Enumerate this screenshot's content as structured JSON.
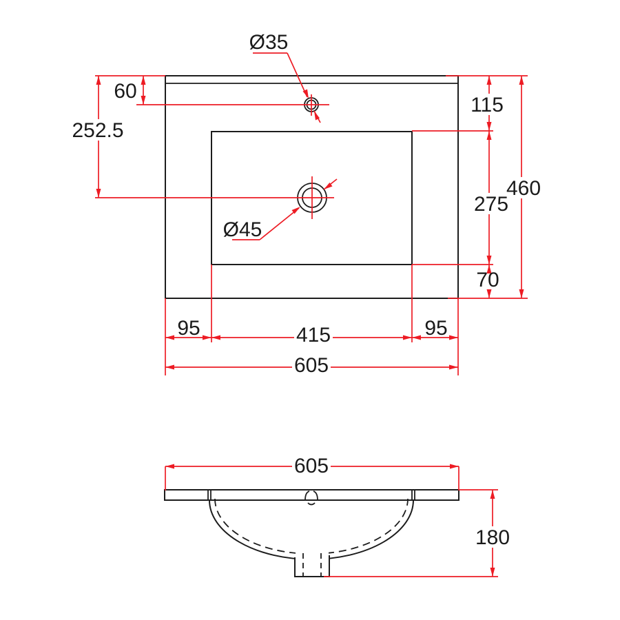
{
  "drawing": {
    "type": "dimensioned technical drawing of inset vanity basin",
    "views": {
      "plan": {
        "name": "top view",
        "dims": {
          "faucet_hole_diameter": "Ø35",
          "faucet_from_rear": "60",
          "drain_from_rear": "252.5",
          "rear_to_basin": "115",
          "overall_depth": "460",
          "basin_depth": "275",
          "drain_hole_diameter": "Ø45",
          "basin_to_front": "70",
          "basin_left_offset": "95",
          "basin_width": "415",
          "basin_right_offset": "95",
          "overall_width": "605"
        }
      },
      "elevation": {
        "name": "front elevation",
        "dims": {
          "overall_width": "605",
          "overall_height": "180"
        }
      }
    },
    "colors": {
      "dimension_red": "#ed1c24",
      "outline_black": "#1c1c1c",
      "background": "#ffffff"
    }
  }
}
